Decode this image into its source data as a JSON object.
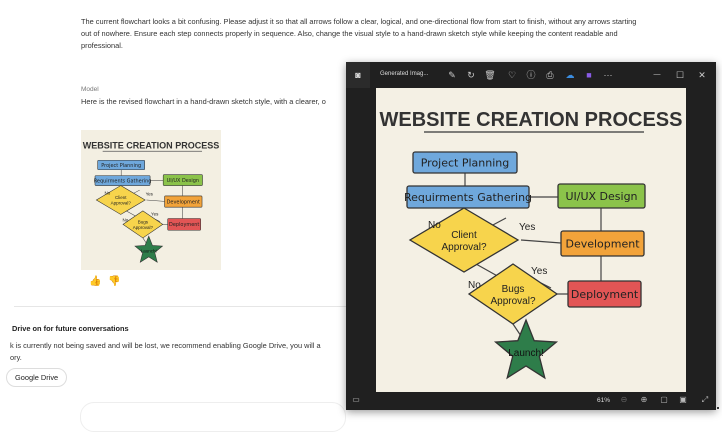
{
  "chat": {
    "prompt": "The current flowchart looks a bit confusing. Please adjust it so that all arrows follow a clear, logical, and one-directional flow from start to finish, without any arrows starting out of nowhere. Ensure each step connects properly in sequence. Also, change the visual style to a hand-drawn sketch style while keeping the content readable and professional.",
    "model_label": "Model",
    "reply": "Here is the revised flowchart in a hand-drawn sketch style, with a clearer, o",
    "thumbs_up": "👍",
    "thumbs_down": "👎"
  },
  "drive": {
    "title": "Drive on for future conversations",
    "text": "k is currently not being saved and will be lost, we recommend enabling Google Drive, you will a",
    "text2": "ory.",
    "button": "Google Drive"
  },
  "viewer": {
    "title": "Generated Imag...",
    "zoom": "61%",
    "toolbar_icons": [
      "edit-icon",
      "rotate-icon",
      "delete-icon",
      "favorite-icon",
      "info-icon",
      "print-icon",
      "onedrive-icon",
      "clipchamp-icon",
      "more-icon"
    ],
    "more": "···",
    "minimize": "—",
    "maximize": "☐",
    "close": "✕"
  },
  "flowchart": {
    "title": "WEBSITE CREATION PROCESS",
    "project_planning": "Project Planning",
    "requirements": "Requirments Gathering",
    "uiux": "UI/UX Design",
    "client1": "Client",
    "client2": "Approval?",
    "development": "Development",
    "bugs1": "Bugs",
    "bugs2": "Approval?",
    "deployment": "Deployment",
    "launch": "Launch!",
    "yes": "Yes",
    "no": "No",
    "colors": {
      "blue": "#6fa8dc",
      "green": "#8bc34a",
      "orange": "#f2a33a",
      "red": "#e25555",
      "yellow": "#f7d44c",
      "star": "#2e7d4a"
    }
  }
}
